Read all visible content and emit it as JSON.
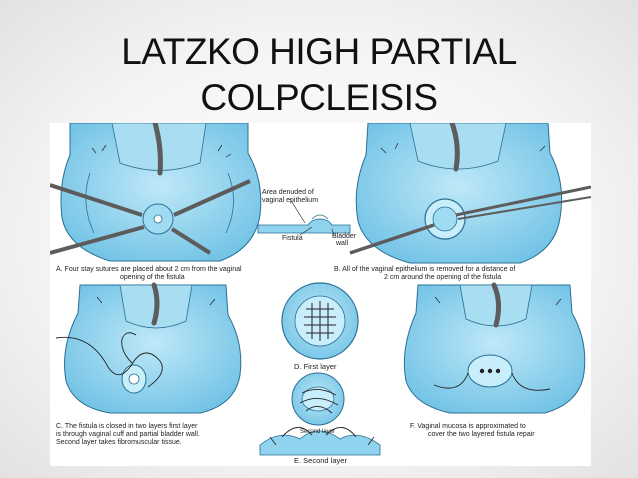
{
  "title": {
    "line1": "LATZKO HIGH PARTIAL",
    "line2": "COLPCLEISIS"
  },
  "figure": {
    "panels": {
      "A": {
        "caption_1": "A.  Four stay sutures are placed about 2 cm from the vaginal",
        "caption_2": "opening of the fistula"
      },
      "B": {
        "caption_1": "B.  All of the vaginal epithelium is removed for a distance of",
        "caption_2": "2 cm around the opening of the fistula"
      },
      "C": {
        "caption_1": "C.  The fistula is closed in two layers first layer",
        "caption_2": "is through vaginal cuff and partial bladder wall.",
        "caption_3": "Second layer takes fibromuscular tissue."
      },
      "D": {
        "caption": "D.  First layer"
      },
      "F": {
        "caption_1": "F.  Vaginal mucosa is approximated to",
        "caption_2": "cover the two layered fistula repair"
      },
      "E": {
        "caption": "E.  Second layer"
      }
    },
    "inset_labels": {
      "area_1": "Area denuded of",
      "area_2": "vaginal epithelium",
      "fistula": "Fistula",
      "bladder_1": "Bladder",
      "bladder_2": "wall",
      "second_layer": "Second layer"
    },
    "colors": {
      "tissue_fill": "#8fd3ef",
      "tissue_stroke": "#2a6f93",
      "instrument": "#5c5c5c",
      "suture": "#222222"
    }
  }
}
